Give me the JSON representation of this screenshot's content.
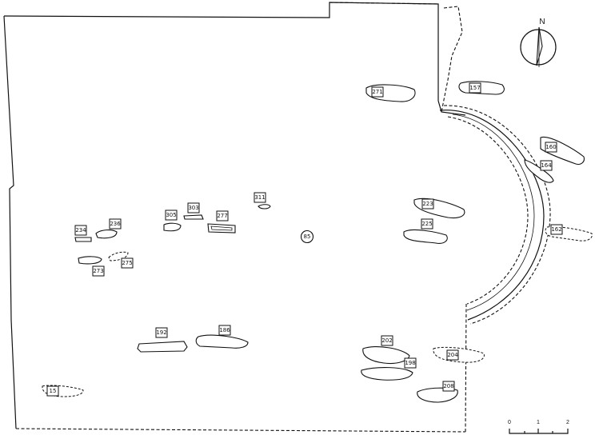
{
  "north": {
    "label": "N",
    "icon": "north-arrow-icon"
  },
  "scale": {
    "ticks": [
      "0",
      "1",
      "2"
    ]
  },
  "features": [
    {
      "id": "271"
    },
    {
      "id": "157"
    },
    {
      "id": "160"
    },
    {
      "id": "164"
    },
    {
      "id": "223"
    },
    {
      "id": "225"
    },
    {
      "id": "162"
    },
    {
      "id": "311"
    },
    {
      "id": "303"
    },
    {
      "id": "305"
    },
    {
      "id": "277"
    },
    {
      "id": "236"
    },
    {
      "id": "234"
    },
    {
      "id": "275"
    },
    {
      "id": "273"
    },
    {
      "id": "85",
      "shape": "circle"
    },
    {
      "id": "192"
    },
    {
      "id": "186"
    },
    {
      "id": "202"
    },
    {
      "id": "198"
    },
    {
      "id": "204"
    },
    {
      "id": "208"
    },
    {
      "id": "15"
    }
  ],
  "colors": {
    "ink": "#111111",
    "paper": "#ffffff"
  }
}
